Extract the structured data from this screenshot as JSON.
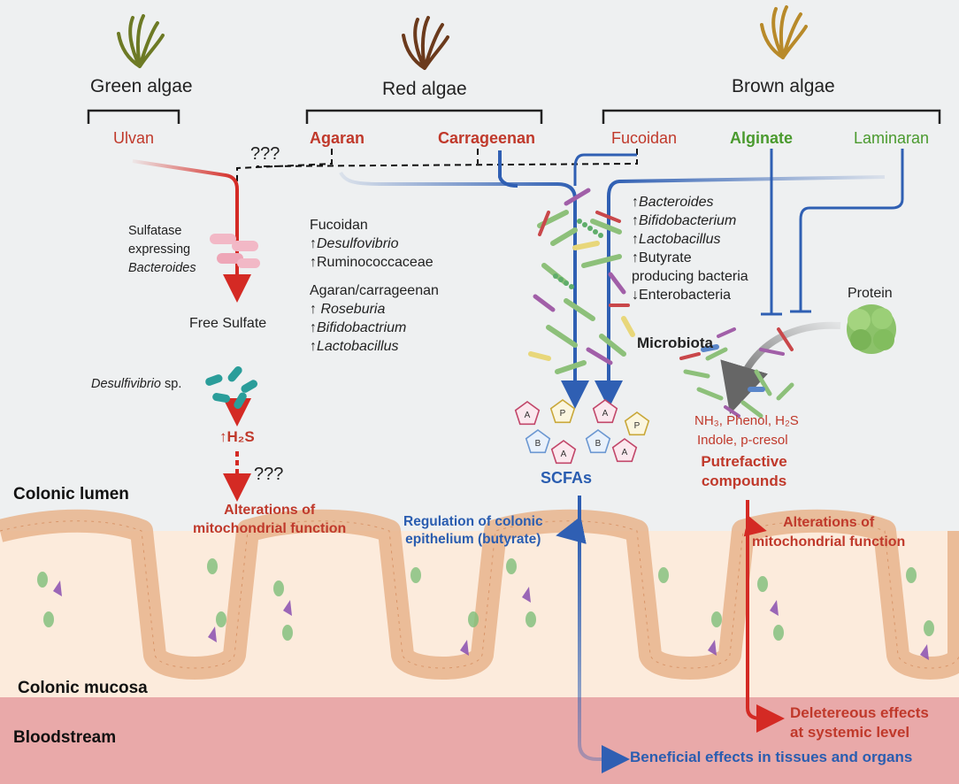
{
  "algae": {
    "green": "Green algae",
    "red": "Red algae",
    "brown": "Brown algae"
  },
  "polysaccharides": {
    "ulvan": "Ulvan",
    "agaran": "Agaran",
    "carrageenan": "Carrageenan",
    "fucoidan": "Fucoidan",
    "alginate": "Alginate",
    "laminaran": "Laminaran"
  },
  "unknown_mark": "???",
  "unknown_mark_2": "???",
  "left_path": {
    "sulfatase": [
      "Sulfatase",
      "expressing",
      "Bacteroides"
    ],
    "free_sulfate": "Free Sulfate",
    "desulfivibrio": "Desulfivibrio",
    "desulfivibrio_suffix": " sp.",
    "h2s": "↑H₂S",
    "alterations": [
      "Alterations of",
      "mitochondrial function"
    ]
  },
  "middle_effects": {
    "fucoidan_head": "Fucoidan",
    "fucoidan_items": [
      "↑Desulfovibrio",
      "↑Ruminococcaceae"
    ],
    "agaran_head": "Agaran/carrageenan",
    "agaran_items": [
      "↑  Roseburia",
      "↑Bifidobactrium",
      "↑Lactobacillus"
    ]
  },
  "right_effects": {
    "items": [
      "↑Bacteroides",
      "↑Bifidobacterium",
      "↑Lactobacillus",
      "↑Butyrate",
      "producing bacteria",
      "↓Enterobacteria"
    ]
  },
  "microbiota": "Microbiota",
  "protein": "Protein",
  "scfa": {
    "label": "SCFAs",
    "pentagons": [
      "A",
      "P",
      "A",
      "P",
      "B",
      "A",
      "B",
      "A"
    ],
    "regulation": [
      "Regulation of colonic",
      "epithelium (butyrate)"
    ]
  },
  "putrefactive": {
    "compounds_line1": "NH₃, Phenol, H₂S",
    "compounds_line2": "Indole, p-cresol",
    "title": [
      "Putrefactive",
      "compounds"
    ],
    "alterations": [
      "Alterations of",
      "mitochondrial function"
    ]
  },
  "sections": {
    "lumen": "Colonic lumen",
    "mucosa": "Colonic mucosa",
    "bloodstream": "Bloodstream"
  },
  "outcomes": {
    "deleterious": [
      "Deletereous effects",
      "at systemic level"
    ],
    "beneficial": "Beneficial effects in tissues and organs"
  },
  "colors": {
    "red_arrow": "#d42a24",
    "blue_arrow": "#2f5fb3",
    "bloodstream": "#e9a9a9",
    "mucosa": "#fcebdc",
    "lumen": "#eef0f1",
    "green_text": "#4a9a2e",
    "red_text": "#c0392b"
  }
}
